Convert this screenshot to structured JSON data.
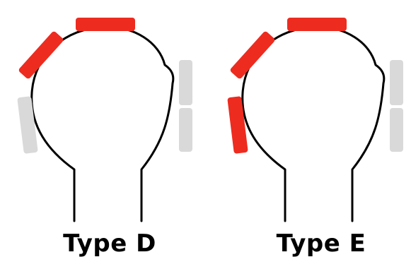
{
  "colors": {
    "background": "#ffffff",
    "outline": "#000000",
    "highlighted": "#ee2b1f",
    "neutral": "#d9d9d9"
  },
  "panels": [
    {
      "label": "Type D",
      "pads": [
        {
          "id": "top",
          "state": "highlighted"
        },
        {
          "id": "upper-left",
          "state": "highlighted"
        },
        {
          "id": "left",
          "state": "neutral"
        },
        {
          "id": "right-upper",
          "state": "neutral"
        },
        {
          "id": "right-lower",
          "state": "neutral"
        }
      ]
    },
    {
      "label": "Type E",
      "pads": [
        {
          "id": "top",
          "state": "highlighted"
        },
        {
          "id": "upper-left",
          "state": "highlighted"
        },
        {
          "id": "left",
          "state": "highlighted"
        },
        {
          "id": "right-upper",
          "state": "neutral"
        },
        {
          "id": "right-lower",
          "state": "neutral"
        }
      ]
    }
  ]
}
